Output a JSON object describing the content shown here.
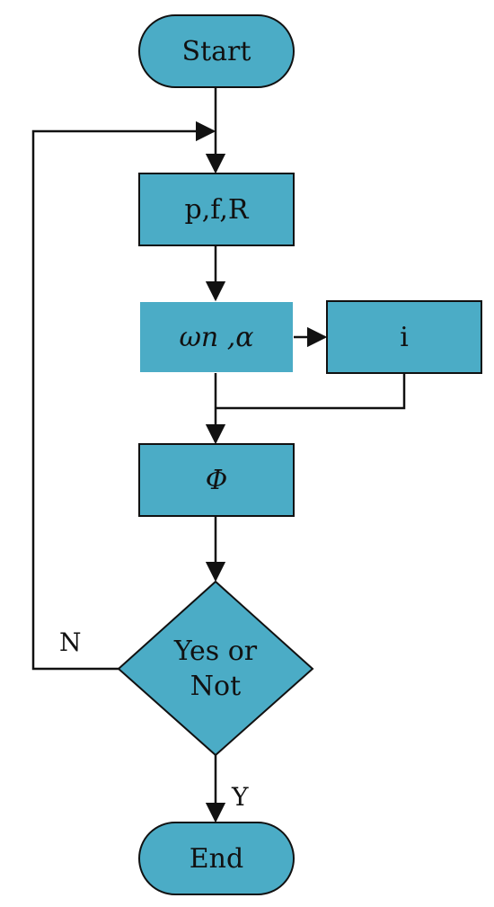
{
  "colors": {
    "node_fill": "#4BACC6",
    "stroke": "#111111",
    "page_background": "#ffffff"
  },
  "nodes": {
    "start": {
      "text": "Start",
      "shape": "terminator"
    },
    "params": {
      "text": "p,f,R",
      "shape": "process"
    },
    "omega_alpha": {
      "text": "ωn ,α",
      "shape": "process"
    },
    "current": {
      "text": "i",
      "shape": "process"
    },
    "phi": {
      "text": "Φ",
      "shape": "process"
    },
    "decision": {
      "text": "Yes or\nNot",
      "shape": "decision"
    },
    "end": {
      "text": "End",
      "shape": "terminator"
    }
  },
  "edges": [
    {
      "from": "start",
      "to": "params",
      "label": ""
    },
    {
      "from": "params",
      "to": "omega_alpha",
      "label": ""
    },
    {
      "from": "omega_alpha",
      "to": "current",
      "label": ""
    },
    {
      "from": "omega_alpha",
      "to": "phi",
      "label": ""
    },
    {
      "from": "current",
      "to": "phi",
      "label": ""
    },
    {
      "from": "phi",
      "to": "decision",
      "label": ""
    },
    {
      "from": "decision",
      "to": "params",
      "label": "N"
    },
    {
      "from": "decision",
      "to": "end",
      "label": "Y"
    }
  ],
  "edge_labels": {
    "no": "N",
    "yes": "Y"
  }
}
